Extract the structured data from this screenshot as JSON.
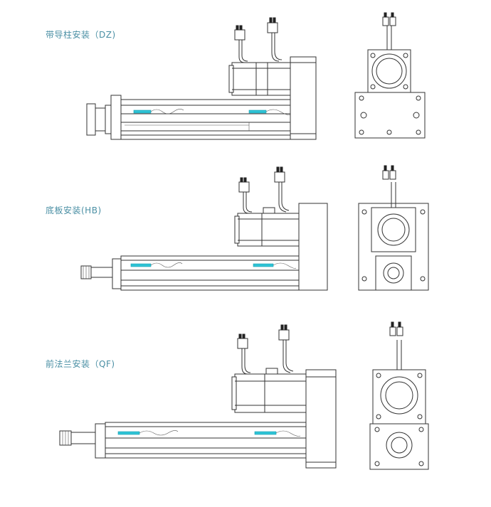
{
  "sections": [
    {
      "label": "带导柱安装（DZ)"
    },
    {
      "label": "底板安装(HB)"
    },
    {
      "label": "前法兰安装（QF)"
    }
  ],
  "colors": {
    "label": "#4a8fa4",
    "sensor": "#2ec4d6",
    "line": "#333333"
  }
}
